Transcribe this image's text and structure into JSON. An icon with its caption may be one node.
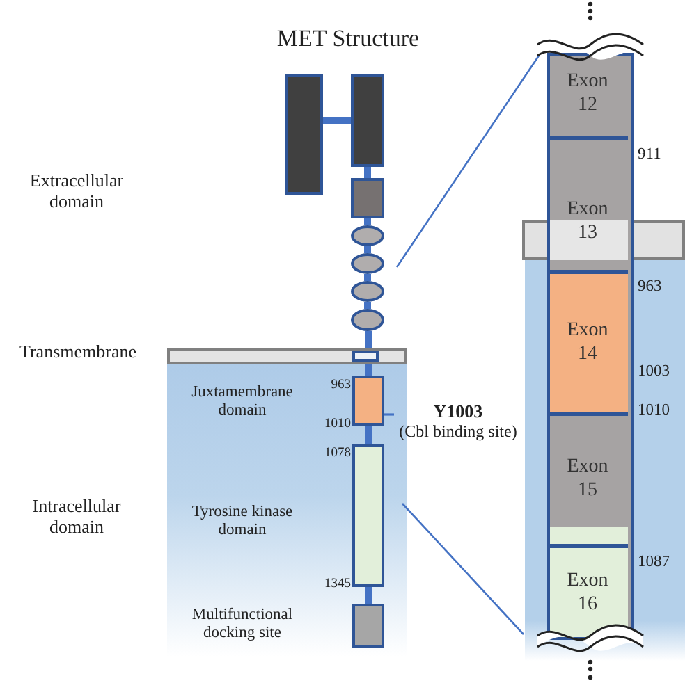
{
  "diagram": {
    "title": "MET Structure",
    "nodes": [
      {
        "text": [],
        "shape": "box"
      },
      {
        "text": [],
        "shape": "box"
      },
      {
        "text": [],
        "shape": "box"
      },
      {
        "text": [],
        "shape": "ellipse"
      },
      {
        "text": [],
        "shape": "ellipse"
      },
      {
        "text": [],
        "shape": "ellipse"
      },
      {
        "text": [],
        "shape": "ellipse"
      },
      {
        "text": [],
        "shape": "bar"
      },
      {
        "text": [],
        "shape": "box",
        "in": 7
      },
      {
        "text": [],
        "shape": "box",
        "beside": [
          "963",
          "1010"
        ]
      },
      {
        "text": [],
        "shape": "box",
        "beside": [
          "1078",
          "1345"
        ]
      },
      {
        "text": [],
        "shape": "box"
      },
      {
        "text": [
          "Y1003",
          "(Cbl binding site)"
        ]
      },
      {
        "text": [],
        "shape": "box"
      },
      {
        "text": [
          "Exon 12"
        ],
        "in": 13
      },
      {
        "text": [
          "Exon 13"
        ],
        "in": 13
      },
      {
        "text": [
          "Exon 14"
        ],
        "in": 13
      },
      {
        "text": [
          "Exon 15"
        ],
        "in": 13
      },
      {
        "text": [
          "Exon 16"
        ],
        "in": 13
      },
      {
        "text": [],
        "shape": "bar"
      },
      {
        "text": [],
        "shape": "bar"
      }
    ],
    "edges": [
      {
        "from": 0,
        "to": 1,
        "arrow": "none"
      },
      {
        "from": 1,
        "to": 2,
        "arrow": "none"
      },
      {
        "from": 2,
        "to": 3,
        "arrow": "none"
      },
      {
        "from": 3,
        "to": 4,
        "arrow": "none"
      },
      {
        "from": 4,
        "to": 5,
        "arrow": "none"
      },
      {
        "from": 5,
        "to": 6,
        "arrow": "none"
      },
      {
        "from": 6,
        "to": 8,
        "arrow": "none"
      },
      {
        "from": 8,
        "to": 9,
        "arrow": "none"
      },
      {
        "from": 9,
        "to": 10,
        "arrow": "none"
      },
      {
        "from": 10,
        "to": 11,
        "arrow": "none"
      },
      {
        "from": 12,
        "to": 9,
        "arrow": "none"
      }
    ],
    "labels": [
      "Extracellular domain",
      "911",
      "963",
      "Transmembrane",
      "Juxtamembrane domain",
      "1003",
      "1010",
      "Tyrosine kinase domain",
      "Intracellular domain",
      "1087",
      "Multifunctional docking site"
    ]
  }
}
